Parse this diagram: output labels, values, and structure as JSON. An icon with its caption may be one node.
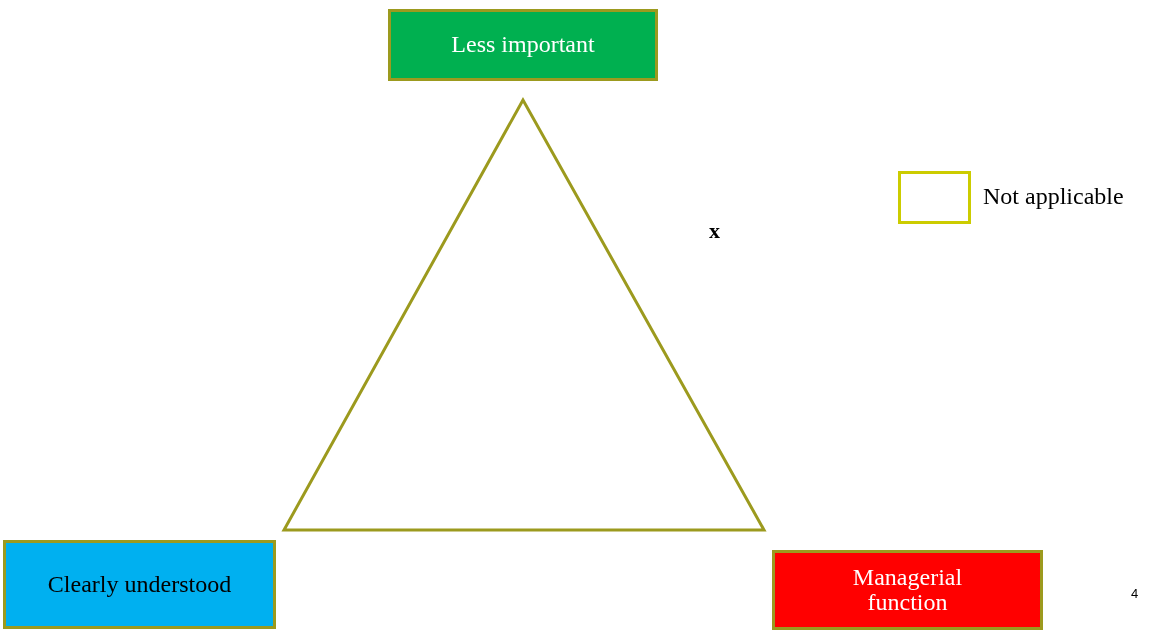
{
  "diagram": {
    "nodes": [
      {
        "text": [
          "Less important"
        ]
      },
      {
        "text": [
          "Clearly understood"
        ]
      },
      {
        "text": [
          "Managerial function"
        ]
      }
    ],
    "edges": [],
    "labels": [
      "x",
      "4"
    ],
    "legend": [
      {
        "text": "Not applicable"
      }
    ]
  }
}
